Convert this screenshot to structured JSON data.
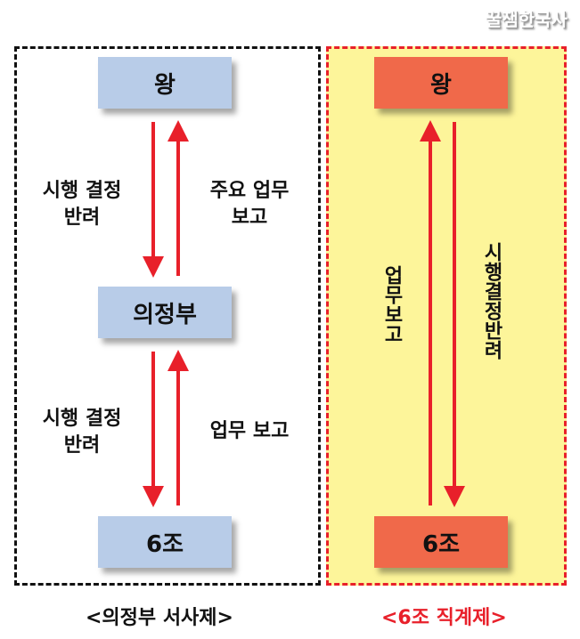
{
  "watermark": "꿀잼한국사",
  "left": {
    "top_box": "왕",
    "middle_box": "의정부",
    "bottom_box": "6조",
    "upper_down_label": [
      "시행 결정",
      "반려"
    ],
    "upper_up_label": [
      "주요 업무",
      "보고"
    ],
    "lower_down_label": [
      "시행 결정",
      "반려"
    ],
    "lower_up_label": "업무 보고",
    "caption": "<의정부 서사제>"
  },
  "right": {
    "top_box": "왕",
    "bottom_box": "6조",
    "up_label": "업무보고",
    "down_label": "시행결정반려",
    "caption": "<6조 직계제>"
  },
  "colors": {
    "blue_box": "#b8cce8",
    "red_box": "#f0694a",
    "arrow": "#e8202a",
    "panel_fill": "#fdf59a"
  }
}
